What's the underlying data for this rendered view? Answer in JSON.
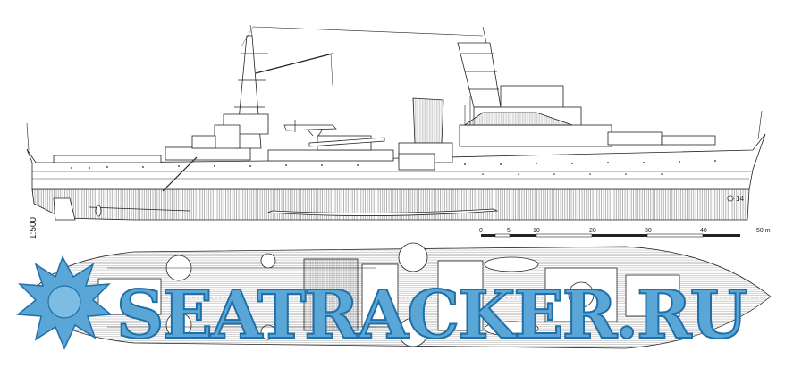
{
  "drawing": {
    "scale_ratio": "1:500",
    "sheet_number": "14",
    "scale_bar": {
      "ticks": [
        "0",
        "5",
        "10",
        "20",
        "30",
        "40"
      ],
      "unit_label": "50 m"
    }
  },
  "watermark": {
    "text": "SEATRACKER.RU",
    "color": "#5aa6d6",
    "outline_color": "#1f6fa8"
  },
  "colors": {
    "line": "#222222",
    "hull_shading": "#777777",
    "deck_planking": "#999999"
  }
}
